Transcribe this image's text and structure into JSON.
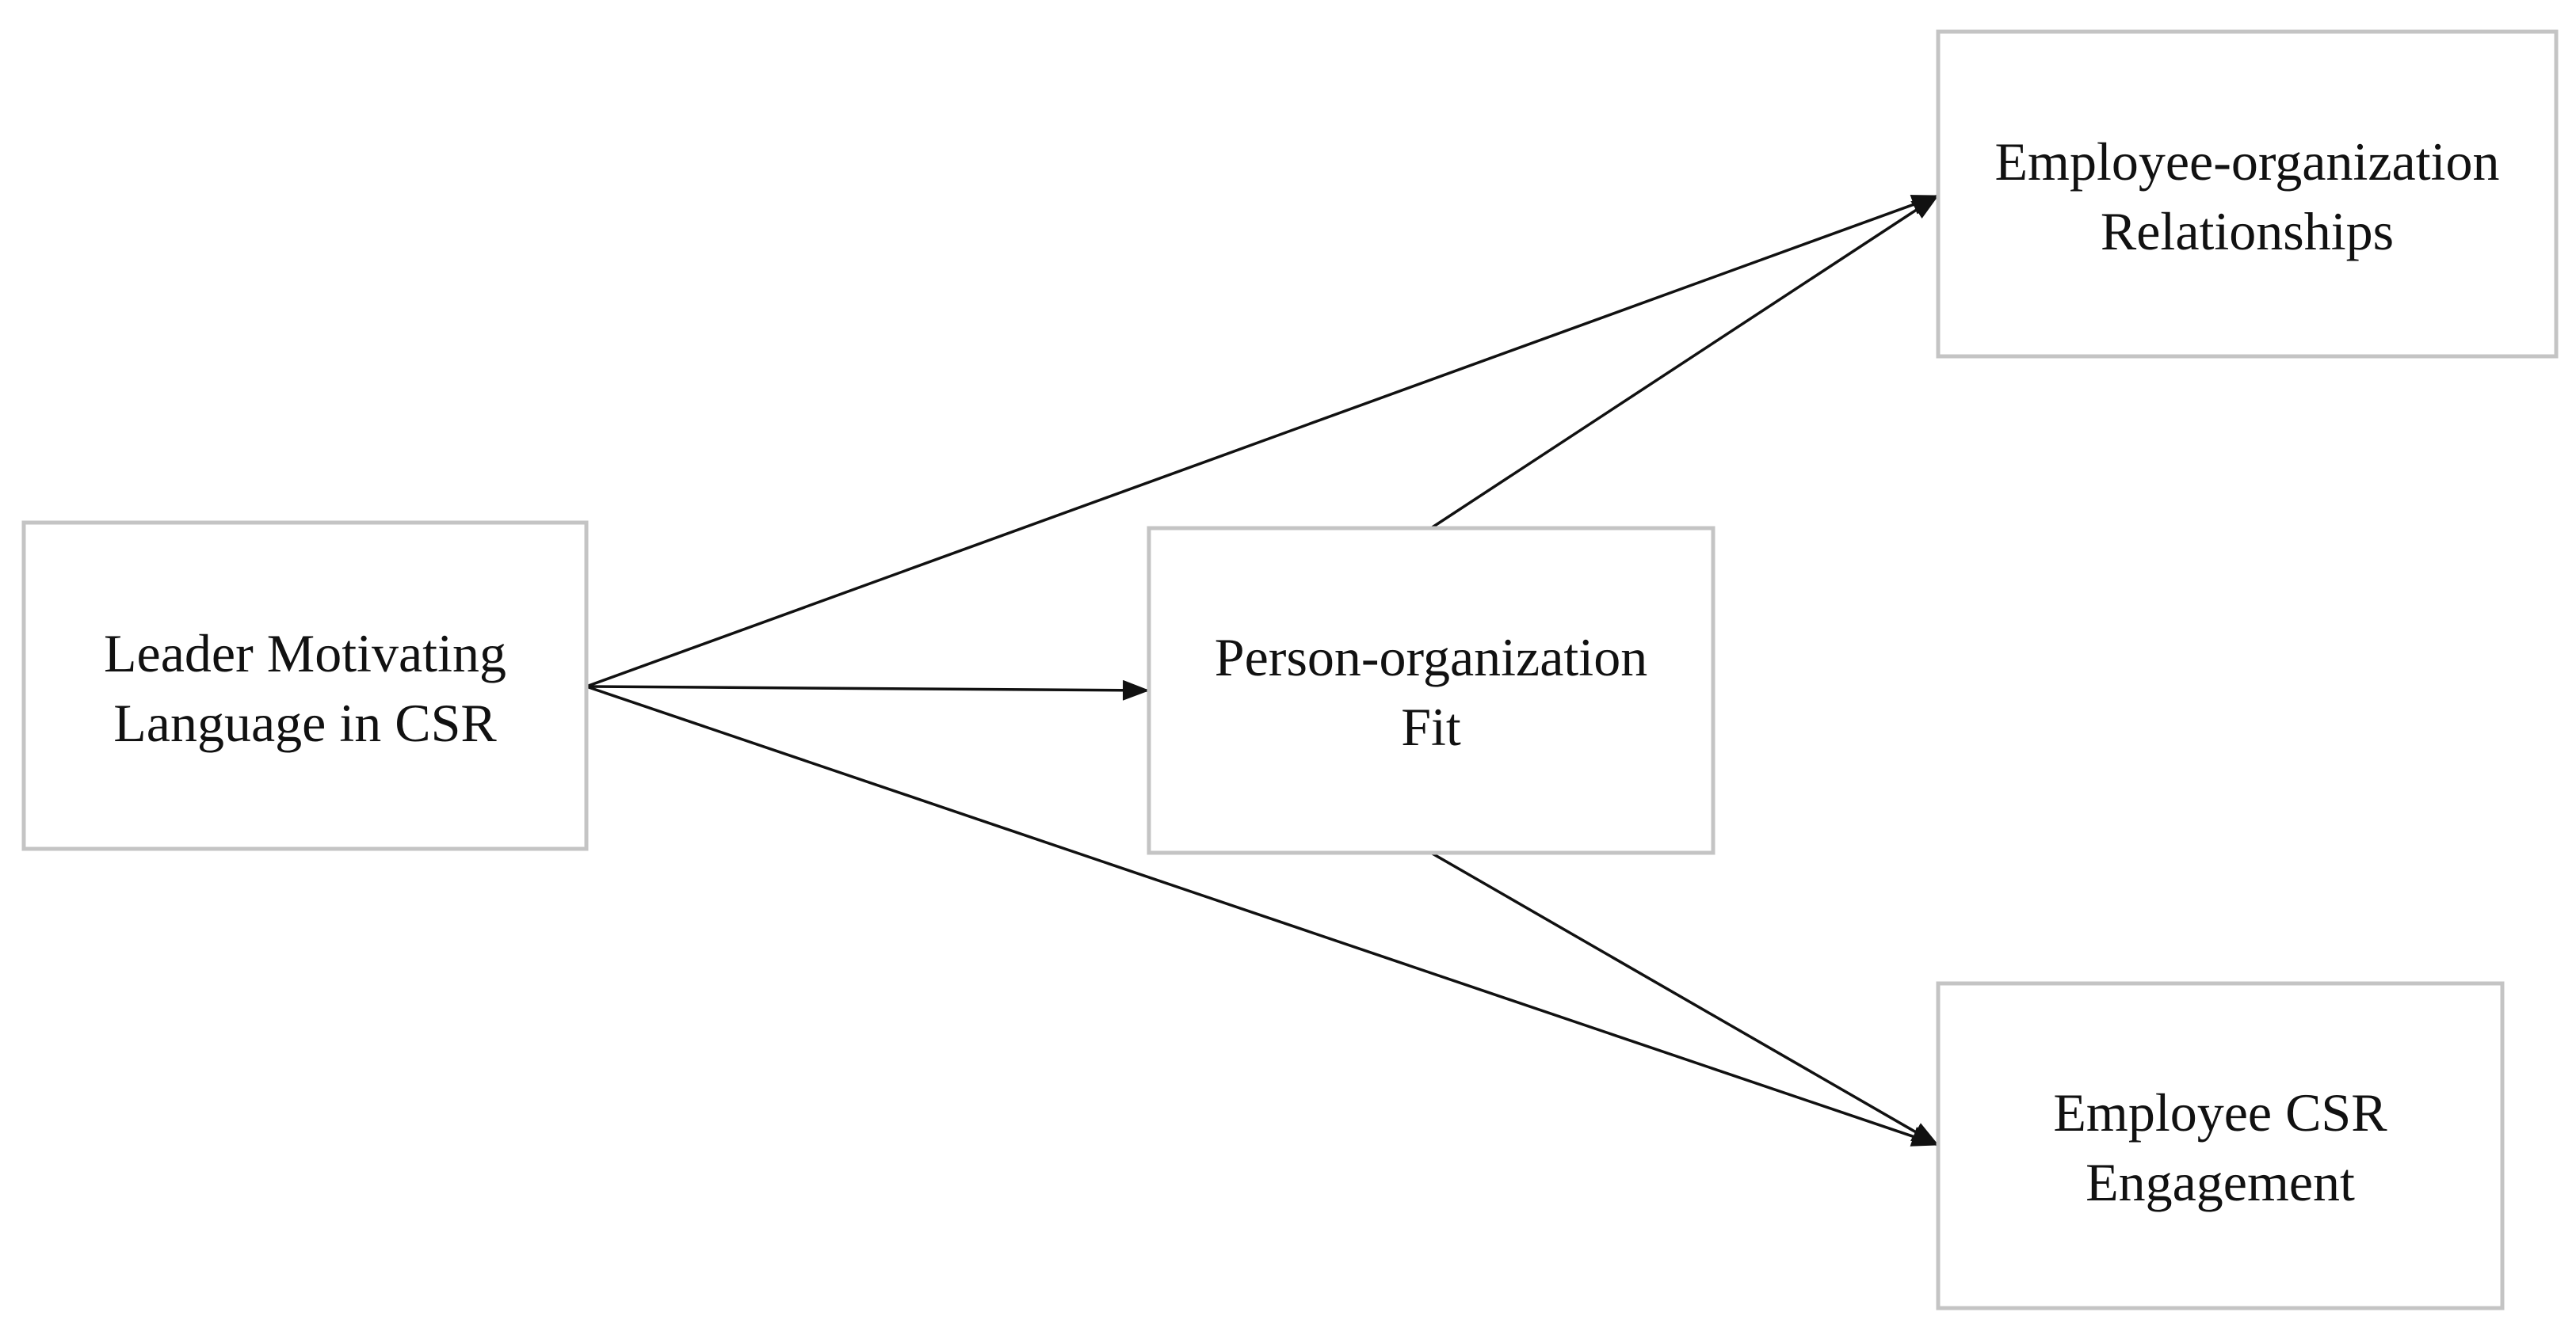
{
  "diagram": {
    "nodes": {
      "leader": {
        "line1": "Leader Motivating",
        "line2": "Language in CSR"
      },
      "fit": {
        "line1": "Person-organization",
        "line2": "Fit"
      },
      "eor": {
        "line1": "Employee-organization",
        "line2": "Relationships"
      },
      "engagement": {
        "line1": "Employee CSR",
        "line2": "Engagement"
      }
    },
    "edges": [
      {
        "from": "Leader Motivating Language in CSR",
        "to": "Person-organization Fit"
      },
      {
        "from": "Leader Motivating Language in CSR",
        "to": "Employee-organization Relationships"
      },
      {
        "from": "Leader Motivating Language in CSR",
        "to": "Employee CSR Engagement"
      },
      {
        "from": "Person-organization Fit",
        "to": "Employee-organization Relationships"
      },
      {
        "from": "Person-organization Fit",
        "to": "Employee CSR Engagement"
      }
    ],
    "colors": {
      "box_border": "#c4c4c4",
      "arrow": "#111111",
      "text": "#111111",
      "background": "#ffffff"
    }
  }
}
